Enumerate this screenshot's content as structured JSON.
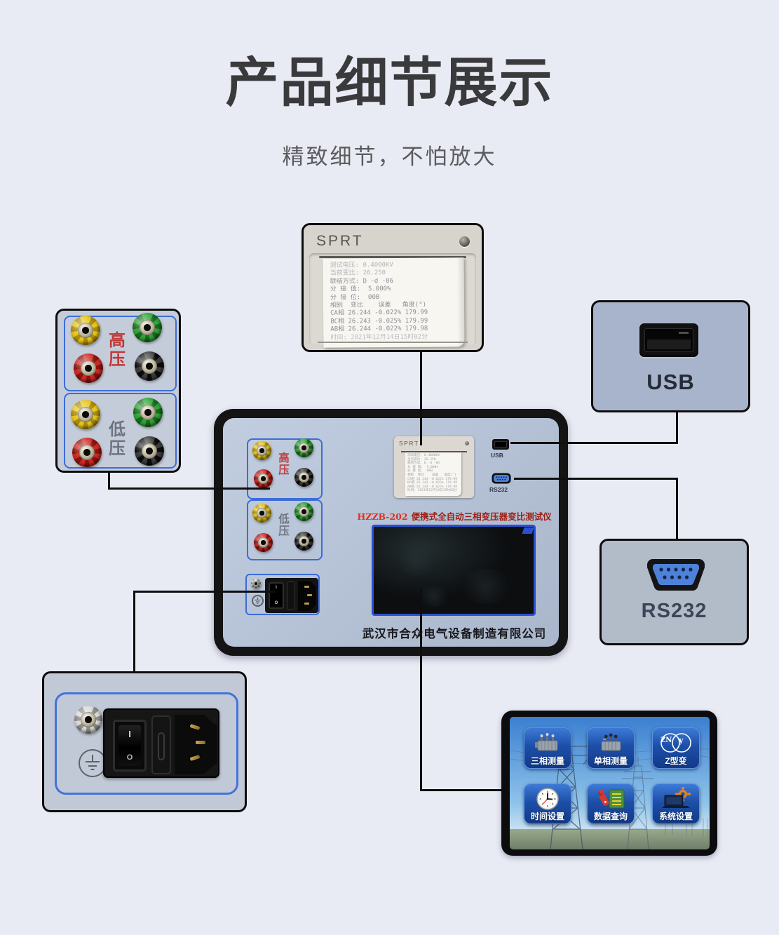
{
  "page": {
    "title": "产品细节展示",
    "subtitle": "精致细节，不怕放大"
  },
  "receipt": {
    "lines": [
      "测试电压: 0.4000KV",
      "当前变比: 26.250",
      "联结方式: D -d -06",
      "分 接 值:  5.000%",
      "分 接 位:  00B",
      "相别  变比    误差   角度(°)",
      "CA相 26.244 -0.022% 179.99",
      "BC相 26.243 -0.025% 179.99",
      "AB相 26.244 -0.022% 179.98",
      "时间: 2021年12月14日15时02分"
    ]
  },
  "callouts": {
    "printer": {
      "brand": "SPRT"
    },
    "usb": {
      "label": "USB"
    },
    "rs232": {
      "label": "RS232"
    },
    "terminals": {
      "hv_label": "高压",
      "lv_label": "低压"
    },
    "power": {
      "switch_on": "I",
      "switch_off": "O"
    },
    "screen": {
      "buttons": [
        {
          "label": "三相测量",
          "icon": "three-phase-transformer-icon"
        },
        {
          "label": "单相测量",
          "icon": "single-phase-transformer-icon"
        },
        {
          "label": "Z型变",
          "icon": "zn-y-winding-icon",
          "icon_text_left": "ZN",
          "icon_text_right": "y"
        },
        {
          "label": "时间设置",
          "icon": "clock-icon"
        },
        {
          "label": "数据查询",
          "icon": "usb-drive-data-icon"
        },
        {
          "label": "系统设置",
          "icon": "laptop-gear-icon"
        }
      ]
    }
  },
  "device": {
    "model": "HZZB-202",
    "model_desc": "便携式全自动三相变压器变比测试仪",
    "company": "武汉市合众电气设备制造有限公司",
    "printer_brand": "SPRT",
    "usb_label": "USB",
    "rs232_label": "RS232",
    "hv_label": "高压",
    "lv_label": "低压"
  },
  "colors": {
    "accent_panel_blue": "#3d6cd8",
    "device_panel": "#b4c0d4",
    "model_red": "#e03020",
    "hv_red": "#c03a3a",
    "screen_button_blue": "#1d4fa8",
    "background": "#e9ebf4"
  }
}
